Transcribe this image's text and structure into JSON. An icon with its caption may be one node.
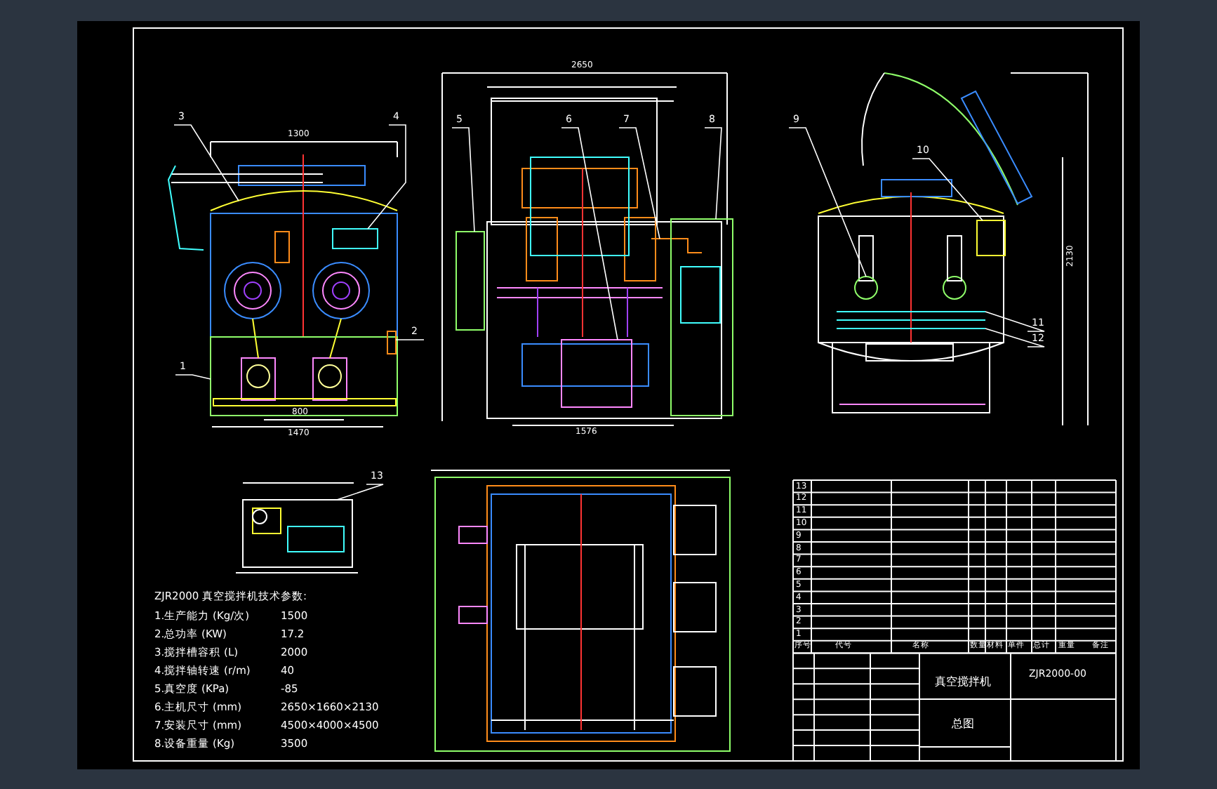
{
  "diagram": {
    "nodes": [
      {
        "text": [
          "1"
        ]
      },
      {
        "text": [
          "2"
        ]
      },
      {
        "text": [
          "3"
        ]
      },
      {
        "text": [
          "4"
        ]
      },
      {
        "text": [
          "5"
        ]
      },
      {
        "text": [
          "6"
        ]
      },
      {
        "text": [
          "7"
        ]
      },
      {
        "text": [
          "8"
        ]
      },
      {
        "text": [
          "9"
        ]
      },
      {
        "text": [
          "10"
        ]
      },
      {
        "text": [
          "11"
        ]
      },
      {
        "text": [
          "12"
        ]
      },
      {
        "text": [
          "13"
        ]
      },
      {
        "text": [],
        "shape": "box"
      },
      {
        "text": [],
        "shape": "box"
      },
      {
        "text": [],
        "shape": "arc"
      },
      {
        "text": [],
        "shape": "box"
      },
      {
        "text": [],
        "shape": "box"
      },
      {
        "text": [],
        "shape": "box"
      },
      {
        "text": [],
        "shape": "bar"
      },
      {
        "text": [],
        "shape": "box"
      },
      {
        "text": [],
        "shape": "circle"
      },
      {
        "text": [],
        "shape": "box"
      },
      {
        "text": [],
        "shape": "bar"
      },
      {
        "text": [],
        "shape": "bar"
      },
      {
        "text": [],
        "shape": "box"
      }
    ],
    "edges": [
      {
        "from": 0,
        "to": 13,
        "arrow": "none"
      },
      {
        "from": 1,
        "to": 14,
        "arrow": "none"
      },
      {
        "from": 2,
        "to": 15,
        "arrow": "none"
      },
      {
        "from": 3,
        "to": 16,
        "arrow": "none"
      },
      {
        "from": 4,
        "to": 17,
        "arrow": "none"
      },
      {
        "from": 5,
        "to": 18,
        "arrow": "none"
      },
      {
        "from": 6,
        "to": 19,
        "arrow": "none"
      },
      {
        "from": 7,
        "to": 20,
        "arrow": "none"
      },
      {
        "from": 8,
        "to": 21,
        "arrow": "none"
      },
      {
        "from": 9,
        "to": 22,
        "arrow": "none"
      },
      {
        "from": 10,
        "to": 23,
        "arrow": "none"
      },
      {
        "from": 11,
        "to": 24,
        "arrow": "none"
      },
      {
        "from": 12,
        "to": 25,
        "arrow": "none"
      }
    ],
    "labels": [
      "1300",
      "2650",
      "2130",
      "800",
      "1470",
      "1576",
      "13",
      "12",
      "11",
      "10",
      "9",
      "8",
      "7",
      "6",
      "5",
      "4",
      "3",
      "2",
      "1",
      "序号",
      "代号",
      "名称",
      "数量",
      "材料",
      "单件",
      "总计",
      "重量",
      "备注",
      "ZJR2000 真空搅拌机技术参数:",
      "1.生产能力 (Kg/次)",
      "1500",
      "2.总功率 (KW)",
      "17.2",
      "3.搅拌槽容积 (L)",
      "2000",
      "4.搅拌轴转速 (r/m)",
      "40",
      "5.真空度 (KPa)",
      "-85",
      "6.主机尺寸 (mm)",
      "2650×1660×2130",
      "7.安装尺寸 (mm)",
      "4500×4000×4500",
      "8.设备重量 (Kg)",
      "3500",
      "真空搅拌机",
      "ZJR2000-00",
      "总图"
    ]
  }
}
